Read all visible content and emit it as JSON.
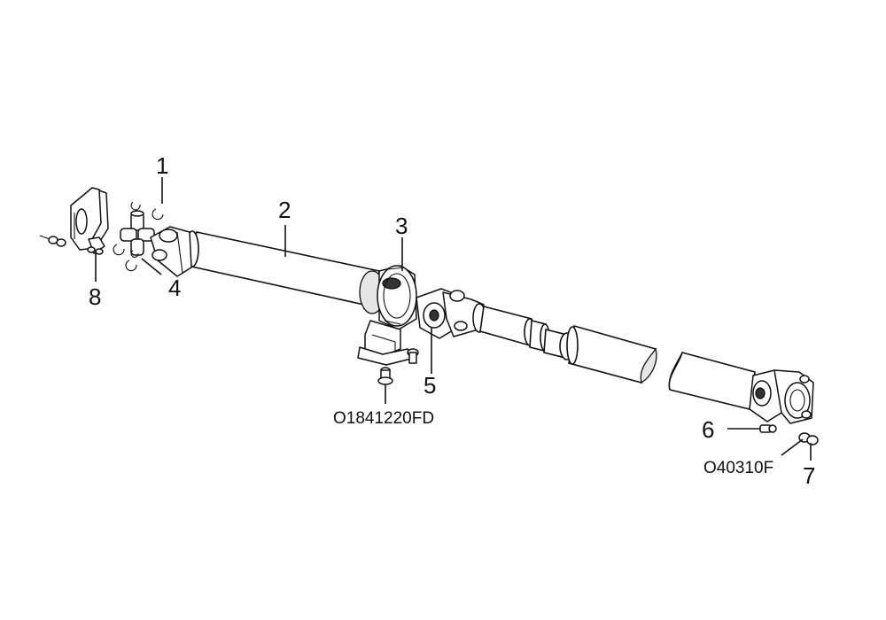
{
  "callouts": {
    "c1": "1",
    "c2": "2",
    "c3": "3",
    "c4": "4",
    "c5": "5",
    "c6": "6",
    "c7": "7",
    "c8": "8"
  },
  "part_numbers": {
    "bolt_part": "O1841220FD",
    "nut_part": "O40310F"
  }
}
